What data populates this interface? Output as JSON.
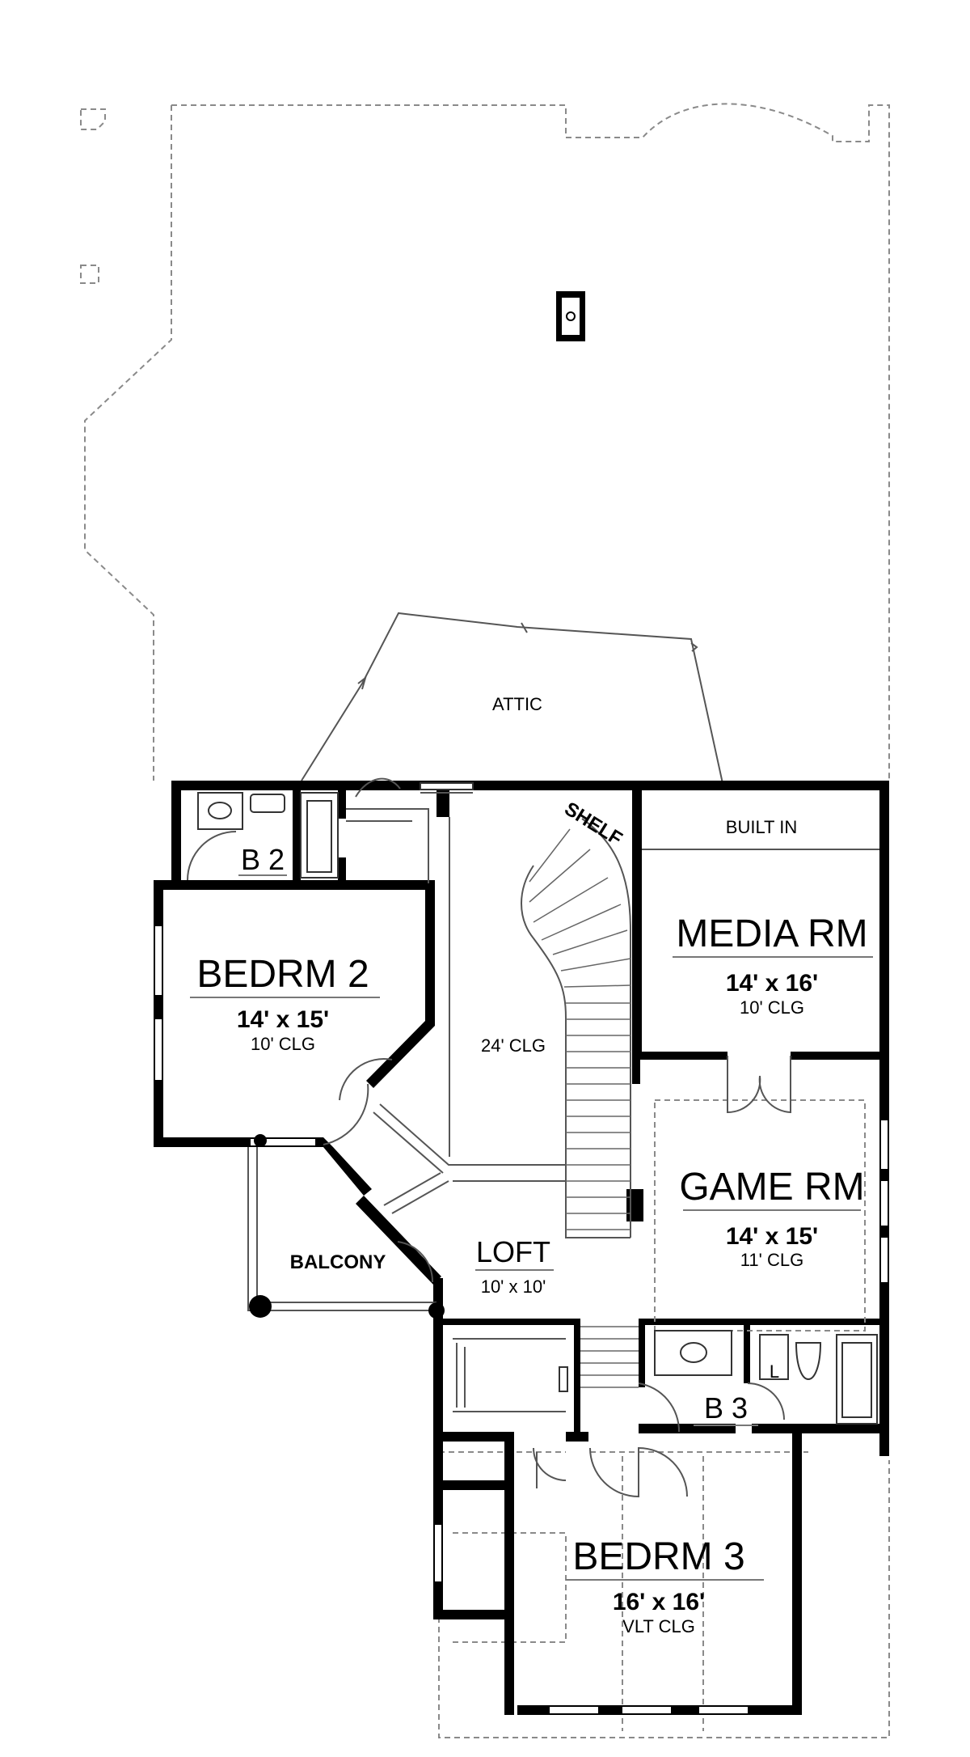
{
  "rooms": {
    "attic": {
      "name": "ATTIC"
    },
    "b2": {
      "name": "B 2"
    },
    "bedrm2": {
      "name": "BEDRM 2",
      "size": "14' x 15'",
      "ceiling": "10' CLG"
    },
    "stair": {
      "shelf": "SHELF",
      "ceiling": "24' CLG"
    },
    "media": {
      "built_in": "BUILT IN",
      "name": "MEDIA RM",
      "size": "14' x 16'",
      "ceiling": "10' CLG"
    },
    "game": {
      "name": "GAME RM",
      "size": "14' x 15'",
      "ceiling": "11' CLG"
    },
    "balcony": {
      "name": "BALCONY"
    },
    "loft": {
      "name": "LOFT",
      "size": "10' x 10'"
    },
    "b3": {
      "name": "B 3",
      "linen": "L"
    },
    "bedrm3": {
      "name": "BEDRM 3",
      "size": "16' x 16'",
      "ceiling": "VLT CLG"
    }
  },
  "colors": {
    "wall": "#000000",
    "dashed_outline": "#8a8a8a",
    "background": "#ffffff"
  }
}
